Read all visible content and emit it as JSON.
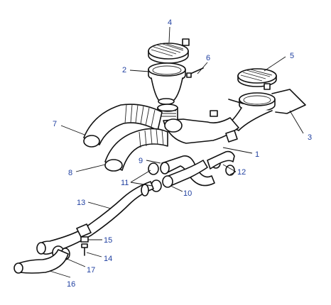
{
  "callouts": [
    {
      "id": "1",
      "label": "1"
    },
    {
      "id": "2",
      "label": "2"
    },
    {
      "id": "3",
      "label": "3"
    },
    {
      "id": "4",
      "label": "4"
    },
    {
      "id": "5",
      "label": "5"
    },
    {
      "id": "6",
      "label": "6"
    },
    {
      "id": "7",
      "label": "7"
    },
    {
      "id": "8",
      "label": "8"
    },
    {
      "id": "9",
      "label": "9"
    },
    {
      "id": "10",
      "label": "10"
    },
    {
      "id": "11",
      "label": "11"
    },
    {
      "id": "12",
      "label": "12"
    },
    {
      "id": "13",
      "label": "13"
    },
    {
      "id": "14",
      "label": "14"
    },
    {
      "id": "15",
      "label": "15"
    },
    {
      "id": "16",
      "label": "16"
    },
    {
      "id": "17",
      "label": "17"
    }
  ],
  "colors": {
    "callout_text": "#1f3fa0",
    "line": "#111111",
    "background": "#ffffff"
  }
}
